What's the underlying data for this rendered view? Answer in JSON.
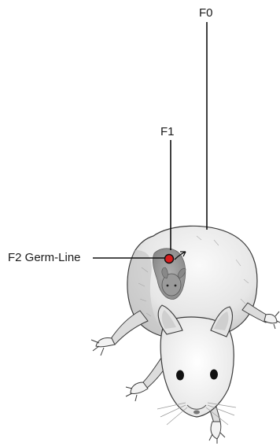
{
  "labels": {
    "f0": "F0",
    "f1": "F1",
    "f2": "F2 Germ-Line"
  },
  "colors": {
    "marker": "#d81e1e",
    "line": "#111111",
    "outline": "#3a3a3a",
    "fur": "#ececec",
    "shade": "#b8b8b8"
  }
}
